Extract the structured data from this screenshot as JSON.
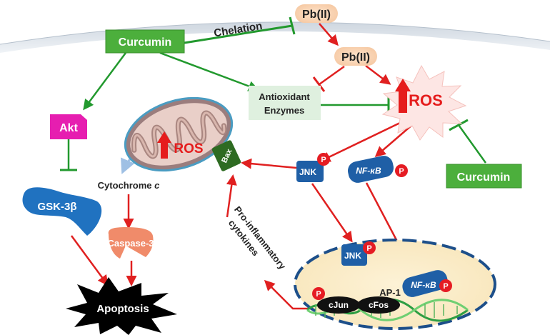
{
  "labels": {
    "curcumin_top": "Curcumin",
    "curcumin_right": "Curcumin",
    "chelation": "Chelation",
    "pb_top": "Pb(II)",
    "pb_mid": "Pb(II)",
    "antioxidant_line1": "Antioxidant",
    "antioxidant_line2": "Enzymes",
    "ros_main": "ROS",
    "ros_mito": "ROS",
    "akt": "Akt",
    "gsk": "GSK-3β",
    "bax": "Bax",
    "cytochrome": "Cytochrome ",
    "cytochrome_c": "c",
    "caspase": "Caspase-3",
    "apoptosis": "Apoptosis",
    "jnk": "JNK",
    "jnk_nucleus": "JNK",
    "nfkb": "NF-κB",
    "nfkb_nucleus": "NF-κB",
    "phospho": "P",
    "pro_inflammatory_line1": "Pro-inflammatory",
    "pro_inflammatory_line2": "cytokines",
    "ap1": "AP-1",
    "cjun": "cJun",
    "cfos": "cFos"
  },
  "colors": {
    "activation_arrow": "#e02020",
    "inhibition": "#22992e",
    "curcumin_box": "#4caf3c",
    "akt_box": "#e61eb0",
    "signal_blue": "#1f5fa6",
    "bax_green": "#2e6b22",
    "phospho_red": "#e51c23",
    "caspase_fill": "#f08b6a",
    "nucleus_fill": "#fbecc8",
    "nucleus_border": "#1d4f8a",
    "ros_burst": "#fde6e4",
    "pb_glow": "#f9d6b6",
    "antioxidant_box": "#dff0df",
    "membrane": "#e2e8ef",
    "mito_outer": "#9b7d7d",
    "mito_inner": "#cdb0a8"
  }
}
